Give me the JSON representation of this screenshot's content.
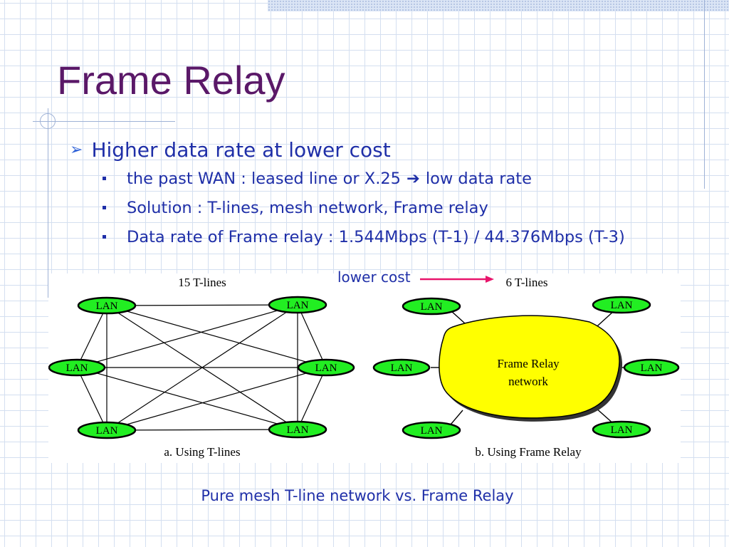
{
  "slide": {
    "title": "Frame Relay",
    "bullets": [
      {
        "text": "Higher data rate at lower cost",
        "sub": [
          "the past WAN : leased line or X.25",
          "Solution : T-lines, mesh network, Frame relay",
          "Data rate of Frame relay : 1.544Mbps (T-1) / 44.376Mbps (T-3)"
        ],
        "sub0_arrow": "➔",
        "sub0_tail": "low data rate"
      }
    ],
    "bullet_marker": "➢",
    "annotation": "lower cost",
    "caption": "Pure mesh T-line network vs. Frame Relay"
  },
  "diagram": {
    "left": {
      "top_label": "15 T-lines",
      "caption": "a. Using T-lines",
      "node_label": "LAN"
    },
    "right": {
      "top_label": "6 T-lines",
      "caption": "b. Using Frame Relay",
      "cloud_line1": "Frame Relay",
      "cloud_line2": "network",
      "node_label": "LAN"
    }
  },
  "colors": {
    "title": "#5a1868",
    "text": "#1f2fa8",
    "lan_fill": "#22ee22",
    "cloud_fill": "#ffff00",
    "arrow": "#e8156b"
  }
}
